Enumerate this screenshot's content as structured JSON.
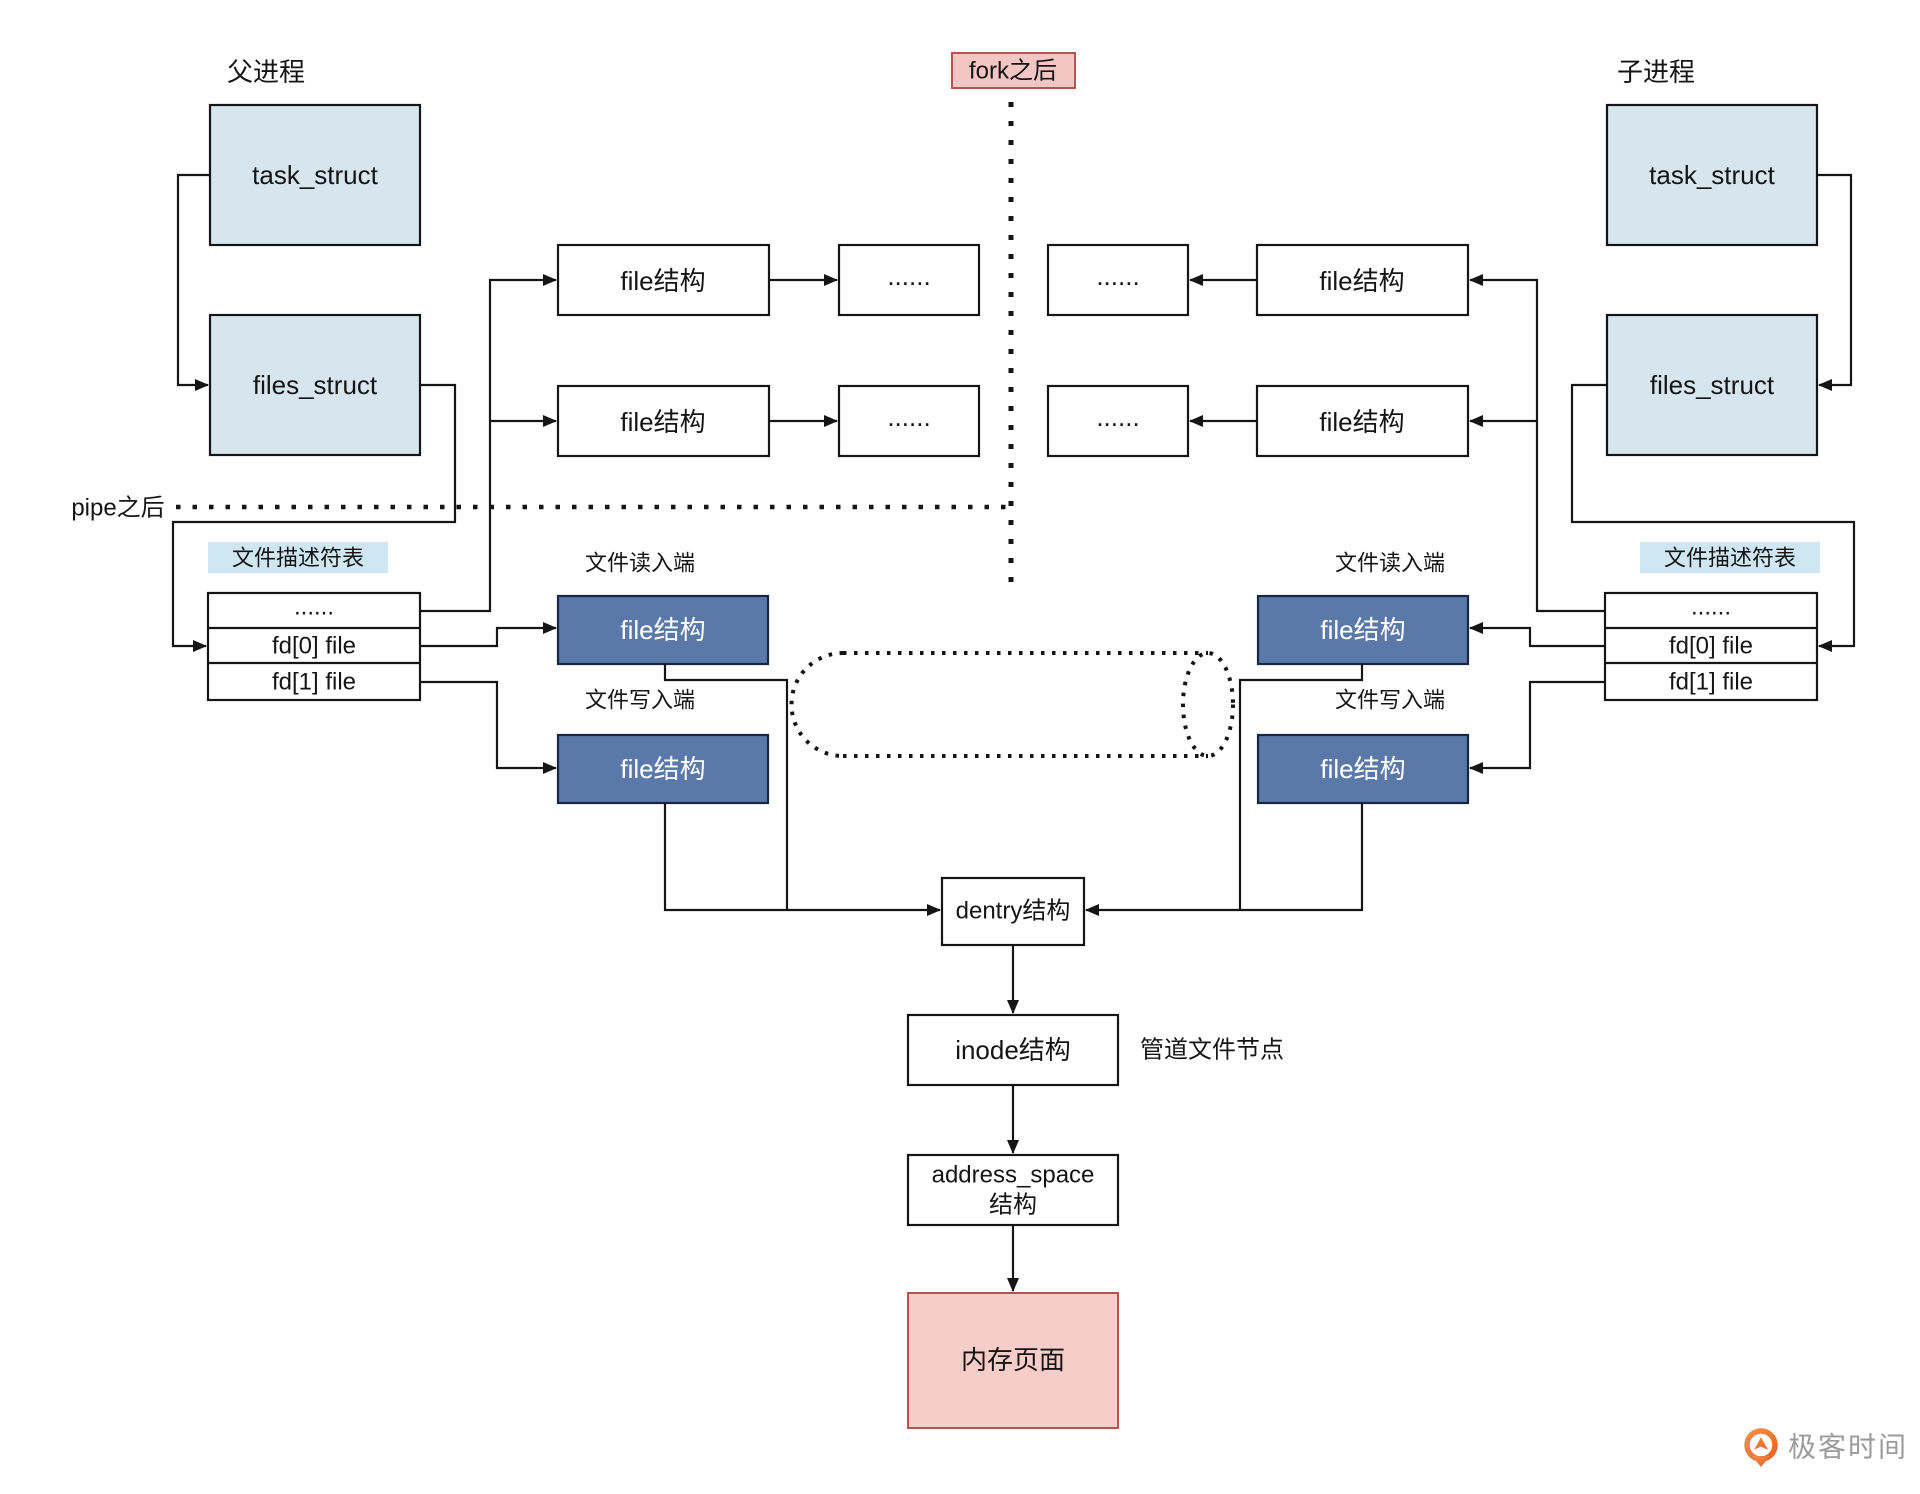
{
  "labels": {
    "parent_process": "父进程",
    "child_process": "子进程",
    "fork_after": "fork之后",
    "pipe_after": "pipe之后",
    "fd_table": "文件描述符表",
    "read_end": "文件读入端",
    "write_end": "文件写入端",
    "pipe_file_node": "管道文件节点"
  },
  "boxes": {
    "task_struct": "task_struct",
    "files_struct": "files_struct",
    "file_struct": "file结构",
    "ellipsis": "......",
    "fd0": "fd[0] file",
    "fd1": "fd[1] file",
    "dentry": "dentry结构",
    "inode": "inode结构",
    "address_space_line1": "address_space",
    "address_space_line2": "结构",
    "memory_page": "内存页面"
  },
  "colors": {
    "light_blue_fill": "#d6e5ee",
    "dark_blue_fill": "#5a79a9",
    "pink_fill": "#f2c6c3",
    "memory_pink_fill": "#f6cdc9",
    "red_border": "#b6534f",
    "label_highlight": "#cfe7f2",
    "line": "#151515",
    "logo_orange": "#f06f2e",
    "logo_text_grey": "#9b9b9b"
  },
  "logo": {
    "text": "极客时间"
  }
}
